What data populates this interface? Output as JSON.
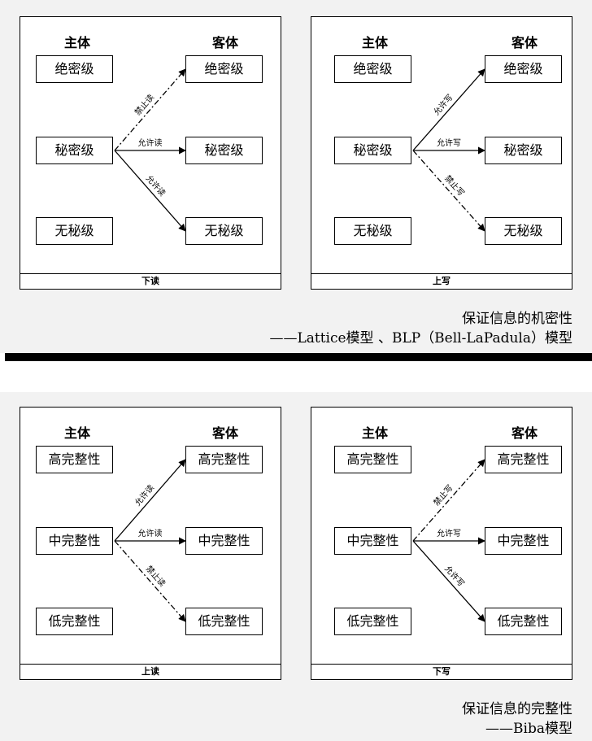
{
  "sections": [
    {
      "panels": [
        {
          "subject_title": "主体",
          "object_title": "客体",
          "subjects": [
            "绝密级",
            "秘密级",
            "无秘级"
          ],
          "objects": [
            "绝密级",
            "秘密级",
            "无秘级"
          ],
          "footer": "下读",
          "edges": [
            {
              "to": 0,
              "label": "禁止读",
              "style": "dashdot"
            },
            {
              "to": 1,
              "label": "允许读",
              "style": "solid"
            },
            {
              "to": 2,
              "label": "允许读",
              "style": "solid"
            }
          ]
        },
        {
          "subject_title": "主体",
          "object_title": "客体",
          "subjects": [
            "绝密级",
            "秘密级",
            "无秘级"
          ],
          "objects": [
            "绝密级",
            "秘密级",
            "无秘级"
          ],
          "footer": "上写",
          "edges": [
            {
              "to": 0,
              "label": "允许写",
              "style": "solid"
            },
            {
              "to": 1,
              "label": "允许写",
              "style": "solid"
            },
            {
              "to": 2,
              "label": "禁止写",
              "style": "dashdot"
            }
          ]
        }
      ],
      "caption_line1": "保证信息的机密性",
      "caption_line2": "——Lattice模型 、BLP（Bell-LaPadula）模型"
    },
    {
      "panels": [
        {
          "subject_title": "主体",
          "object_title": "客体",
          "subjects": [
            "高完整性",
            "中完整性",
            "低完整性"
          ],
          "objects": [
            "高完整性",
            "中完整性",
            "低完整性"
          ],
          "footer": "上读",
          "edges": [
            {
              "to": 0,
              "label": "允许读",
              "style": "solid"
            },
            {
              "to": 1,
              "label": "允许读",
              "style": "solid"
            },
            {
              "to": 2,
              "label": "禁止读",
              "style": "dashdot"
            }
          ]
        },
        {
          "subject_title": "主体",
          "object_title": "客体",
          "subjects": [
            "高完整性",
            "中完整性",
            "低完整性"
          ],
          "objects": [
            "高完整性",
            "中完整性",
            "低完整性"
          ],
          "footer": "下写",
          "edges": [
            {
              "to": 0,
              "label": "禁止写",
              "style": "dashdot"
            },
            {
              "to": 1,
              "label": "允许写",
              "style": "solid"
            },
            {
              "to": 2,
              "label": "允许写",
              "style": "solid"
            }
          ]
        }
      ],
      "caption_line1": "保证信息的完整性",
      "caption_line2": "——Biba模型"
    }
  ]
}
